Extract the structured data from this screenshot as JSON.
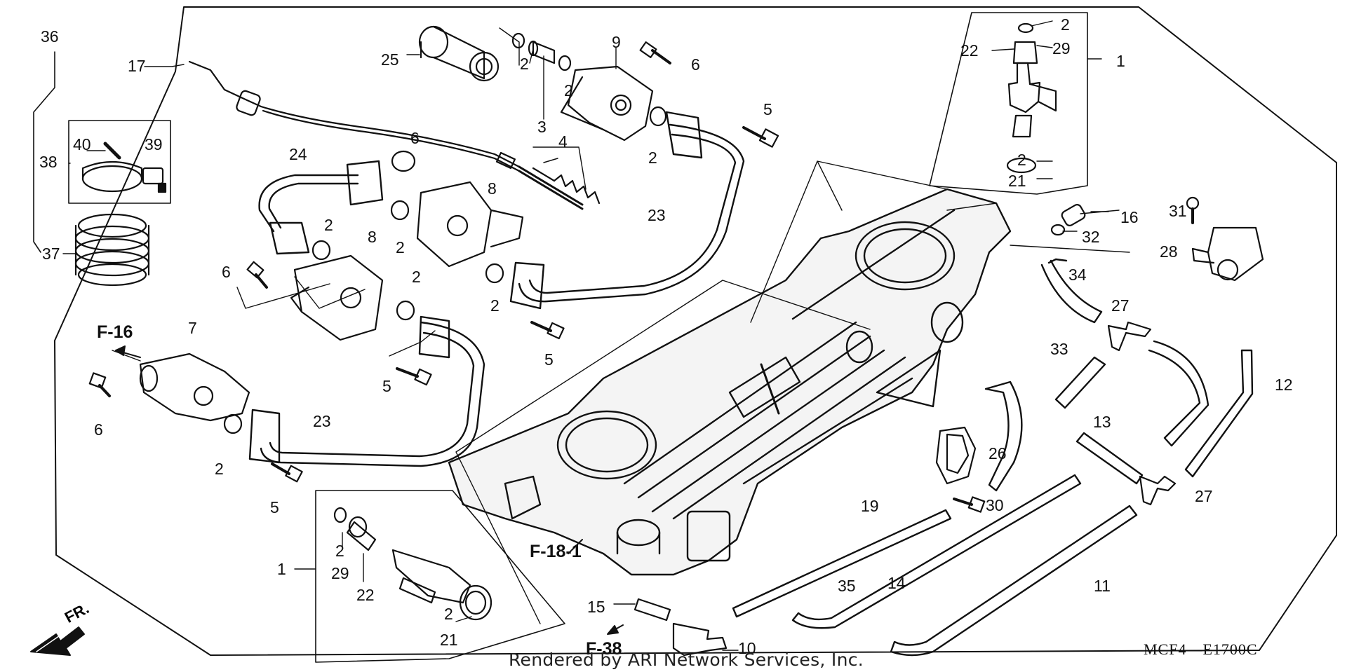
{
  "diagram": {
    "footer": "Rendered by ARI Network Services, Inc.",
    "code": "MCF4—E1700C",
    "direction": "FR.",
    "colors": {
      "stroke": "#111111",
      "background": "#ffffff",
      "fill": "#f2f2f2"
    },
    "callouts": [
      {
        "text": "36",
        "l": 58,
        "t": 41
      },
      {
        "text": "17",
        "l": 182,
        "t": 83
      },
      {
        "text": "38",
        "l": 56,
        "t": 220
      },
      {
        "text": "40",
        "l": 104,
        "t": 195
      },
      {
        "text": "39",
        "l": 206,
        "t": 195
      },
      {
        "text": "37",
        "l": 60,
        "t": 351
      },
      {
        "text": "25",
        "l": 543,
        "t": 74
      },
      {
        "text": "2",
        "l": 741,
        "t": 80
      },
      {
        "text": "2",
        "l": 804,
        "t": 118
      },
      {
        "text": "3",
        "l": 766,
        "t": 170
      },
      {
        "text": "4",
        "l": 796,
        "t": 191
      },
      {
        "text": "9",
        "l": 872,
        "t": 49
      },
      {
        "text": "6",
        "l": 985,
        "t": 81
      },
      {
        "text": "2",
        "l": 924,
        "t": 214
      },
      {
        "text": "5",
        "l": 1088,
        "t": 145
      },
      {
        "text": "24",
        "l": 412,
        "t": 209
      },
      {
        "text": "6",
        "l": 585,
        "t": 186
      },
      {
        "text": "8",
        "l": 695,
        "t": 258
      },
      {
        "text": "2",
        "l": 462,
        "t": 310
      },
      {
        "text": "2",
        "l": 564,
        "t": 342
      },
      {
        "text": "8",
        "l": 524,
        "t": 327
      },
      {
        "text": "6",
        "l": 316,
        "t": 377
      },
      {
        "text": "2",
        "l": 587,
        "t": 384
      },
      {
        "text": "2",
        "l": 699,
        "t": 425
      },
      {
        "text": "23",
        "l": 923,
        "t": 296
      },
      {
        "text": "5",
        "l": 776,
        "t": 502
      },
      {
        "text": "5",
        "l": 545,
        "t": 540
      },
      {
        "text": "7",
        "l": 268,
        "t": 457
      },
      {
        "text": "F-16",
        "l": 138,
        "t": 462,
        "big": true
      },
      {
        "text": "6",
        "l": 134,
        "t": 602
      },
      {
        "text": "23",
        "l": 446,
        "t": 590
      },
      {
        "text": "2",
        "l": 306,
        "t": 658
      },
      {
        "text": "5",
        "l": 385,
        "t": 713
      },
      {
        "text": "2",
        "l": 1512,
        "t": 24
      },
      {
        "text": "22",
        "l": 1369,
        "t": 61
      },
      {
        "text": "29",
        "l": 1500,
        "t": 58
      },
      {
        "text": "1",
        "l": 1591,
        "t": 76
      },
      {
        "text": "2",
        "l": 1450,
        "t": 217
      },
      {
        "text": "21",
        "l": 1437,
        "t": 247
      },
      {
        "text": "16",
        "l": 1597,
        "t": 299
      },
      {
        "text": "31",
        "l": 1666,
        "t": 290
      },
      {
        "text": "32",
        "l": 1542,
        "t": 327
      },
      {
        "text": "28",
        "l": 1653,
        "t": 348
      },
      {
        "text": "34",
        "l": 1523,
        "t": 381
      },
      {
        "text": "27",
        "l": 1584,
        "t": 425
      },
      {
        "text": "33",
        "l": 1497,
        "t": 487
      },
      {
        "text": "12",
        "l": 1817,
        "t": 538
      },
      {
        "text": "13",
        "l": 1558,
        "t": 591
      },
      {
        "text": "26",
        "l": 1409,
        "t": 636
      },
      {
        "text": "19",
        "l": 1227,
        "t": 711
      },
      {
        "text": "30",
        "l": 1405,
        "t": 710
      },
      {
        "text": "27",
        "l": 1703,
        "t": 697
      },
      {
        "text": "2",
        "l": 478,
        "t": 775
      },
      {
        "text": "29",
        "l": 472,
        "t": 807
      },
      {
        "text": "1",
        "l": 395,
        "t": 801
      },
      {
        "text": "22",
        "l": 508,
        "t": 838
      },
      {
        "text": "F-18-1",
        "l": 755,
        "t": 775,
        "big": true
      },
      {
        "text": "14",
        "l": 1265,
        "t": 821
      },
      {
        "text": "35",
        "l": 1194,
        "t": 825
      },
      {
        "text": "11",
        "l": 1559,
        "t": 825
      },
      {
        "text": "15",
        "l": 837,
        "t": 855
      },
      {
        "text": "2",
        "l": 633,
        "t": 865
      },
      {
        "text": "21",
        "l": 627,
        "t": 902
      },
      {
        "text": "F-38",
        "l": 835,
        "t": 914,
        "big": true
      },
      {
        "text": "10",
        "l": 1052,
        "t": 914
      }
    ]
  }
}
